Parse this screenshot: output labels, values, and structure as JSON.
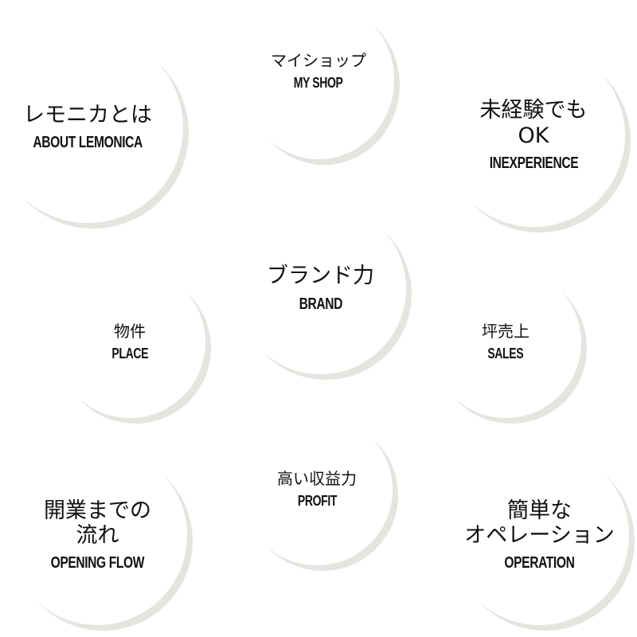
{
  "menu": {
    "items": [
      {
        "id": "about",
        "jp": "レモニカとは",
        "jp2": "",
        "en": "ABOUT LEMONICA"
      },
      {
        "id": "myshop",
        "jp": "マイショップ",
        "jp2": "",
        "en": "MY SHOP"
      },
      {
        "id": "inexperience",
        "jp": "未経験でも",
        "jp2": "OK",
        "en": "INEXPERIENCE"
      },
      {
        "id": "brand",
        "jp": "ブランド力",
        "jp2": "",
        "en": "BRAND"
      },
      {
        "id": "place",
        "jp": "物件",
        "jp2": "",
        "en": "PLACE"
      },
      {
        "id": "sales",
        "jp": "坪売上",
        "jp2": "",
        "en": "SALES"
      },
      {
        "id": "profit",
        "jp": "高い収益力",
        "jp2": "",
        "en": "PROFIT"
      },
      {
        "id": "opening",
        "jp": "開業までの",
        "jp2": "流れ",
        "en": "OPENING FLOW"
      },
      {
        "id": "operation",
        "jp": "簡単な",
        "jp2": "オペレーション",
        "en": "OPERATION"
      }
    ]
  },
  "colors": {
    "shadow": "#e6e4df",
    "text": "#111111",
    "background": "#ffffff"
  }
}
